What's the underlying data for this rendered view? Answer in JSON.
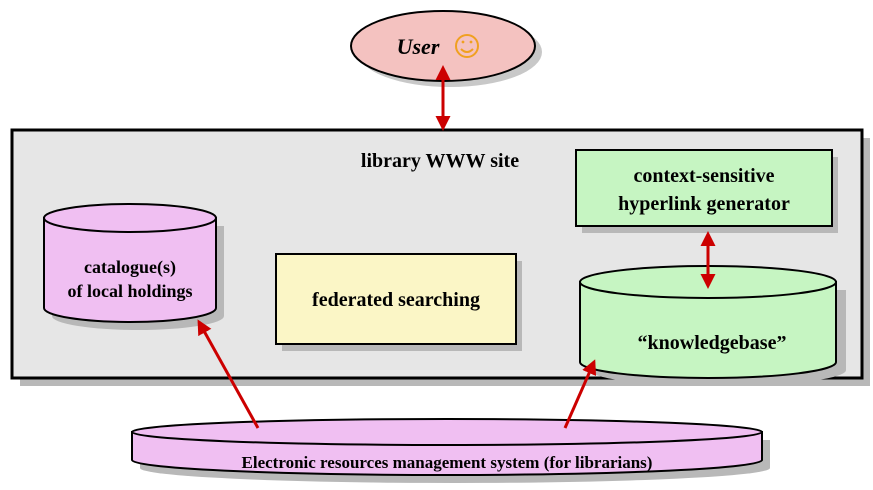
{
  "user": {
    "label": "User"
  },
  "site": {
    "title": "library WWW site"
  },
  "catalogue": {
    "line1": "catalogue(s)",
    "line2": "of local holdings"
  },
  "federated": {
    "label": "federated searching"
  },
  "link_generator": {
    "line1": "context-sensitive",
    "line2": "hyperlink generator"
  },
  "knowledgebase": {
    "label": "“knowledgebase”"
  },
  "erms": {
    "label": "Electronic resources management system (for librarians)"
  },
  "colors": {
    "user_fill": "#f4c2c0",
    "site_fill": "#e6e6e6",
    "catalogue_fill": "#f0bff2",
    "federated_fill": "#fbf6c6",
    "knowledgebase_fill": "#c6f5c2",
    "arrow": "#cc0000",
    "smiley": "#f0a020"
  }
}
